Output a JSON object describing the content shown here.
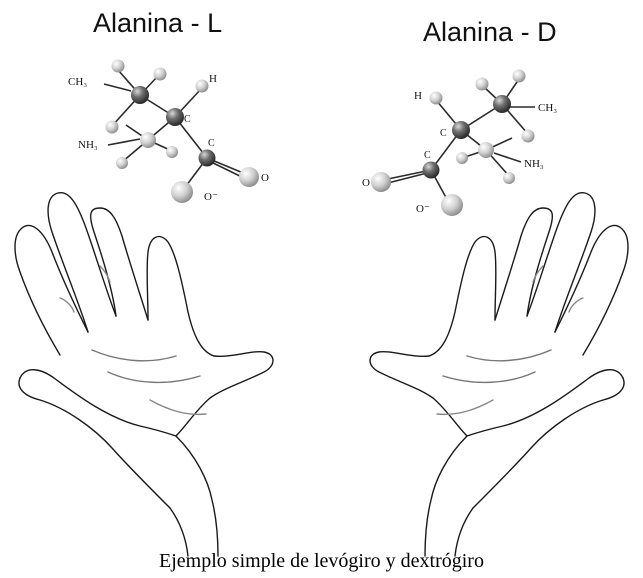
{
  "figure": {
    "caption": "Ejemplo simple de levógiro y dextrógiro"
  },
  "molecules": [
    {
      "title": "Alanina - L",
      "labels": {
        "methyl": "CH₃",
        "hydrogen": "H",
        "alpha_carbon": "C",
        "amino": "NH₃",
        "carboxyl_carbon": "C",
        "carbonyl_oxygen": "O",
        "anion_oxygen": "O⁻"
      }
    },
    {
      "title": "Alanina - D",
      "labels": {
        "methyl": "CH₃",
        "hydrogen": "H",
        "alpha_carbon": "C",
        "amino": "NH₃",
        "carboxyl_carbon": "C",
        "carbonyl_oxygen": "O",
        "anion_oxygen": "O⁻"
      }
    }
  ],
  "hands": [
    {
      "side": "left",
      "icon": "left-hand-icon"
    },
    {
      "side": "right",
      "icon": "right-hand-icon"
    }
  ],
  "colors": {
    "ink": "#111111",
    "atom_dark": "#555555",
    "atom_light": "#d9d9d9",
    "hand_line": "#1a1a1a",
    "background": "#ffffff"
  }
}
